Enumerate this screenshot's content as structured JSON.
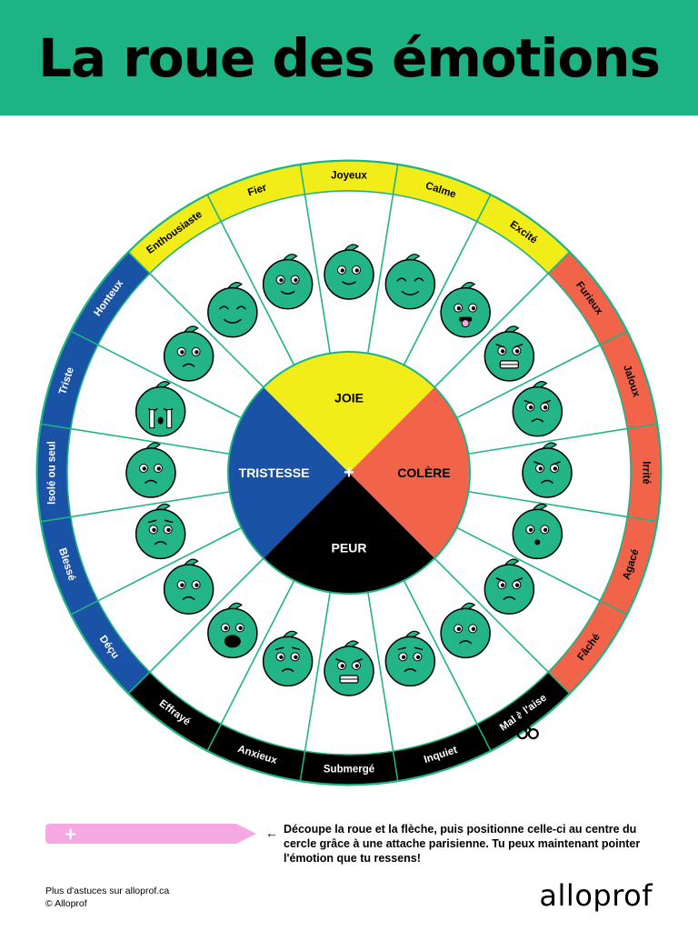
{
  "title": "La roue des émotions",
  "colors": {
    "header": "#1eb385",
    "joie": "#f2ec18",
    "colere": "#f2644a",
    "peur": "#000000",
    "tristesse": "#1a52a6",
    "face": "#23b587",
    "arrow": "#f6a8e3"
  },
  "center_symbol": "+",
  "categories": [
    {
      "name": "JOIE",
      "color": "#f2ec18",
      "text_color": "#000000",
      "emotions": [
        "Enthousiaste",
        "Fier",
        "Joyeux",
        "Calme",
        "Excité"
      ],
      "faces": [
        "laughing",
        "smiling",
        "content",
        "serene",
        "tongue-out"
      ]
    },
    {
      "name": "COLÈRE",
      "color": "#f2644a",
      "text_color": "#000000",
      "emotions": [
        "Furieux",
        "Jaloux",
        "Irrité",
        "Agacé",
        "Fâché"
      ],
      "faces": [
        "gritting",
        "side-eye",
        "frown",
        "surprised",
        "angry"
      ]
    },
    {
      "name": "PEUR",
      "color": "#000000",
      "text_color": "#ffffff",
      "emotions": [
        "Mal à l'aise",
        "Inquiet",
        "Submergé",
        "Anxieux",
        "Effrayé"
      ],
      "faces": [
        "uneasy",
        "worried",
        "overwhelmed",
        "anxious",
        "scared"
      ]
    },
    {
      "name": "TRISTESSE",
      "color": "#1a52a6",
      "text_color": "#ffffff",
      "emotions": [
        "Déçu",
        "Blessé",
        "Isolé ou seul",
        "Triste",
        "Honteux"
      ],
      "faces": [
        "disappointed",
        "hurt",
        "lonely",
        "crying",
        "ashamed"
      ]
    }
  ],
  "scissors_icon": "scissors-icon",
  "arrow_symbol": "+",
  "instruction_pointer": "←",
  "instruction": "Découpe la roue et la flèche, puis positionne celle-ci au centre du cercle grâce à une attache parisienne. Tu peux maintenant pointer l'émotion que tu ressens!",
  "footer": {
    "tips": "Plus d'astuces sur alloprof.ca",
    "copyright": "© Alloprof"
  },
  "brand": "alloprof"
}
